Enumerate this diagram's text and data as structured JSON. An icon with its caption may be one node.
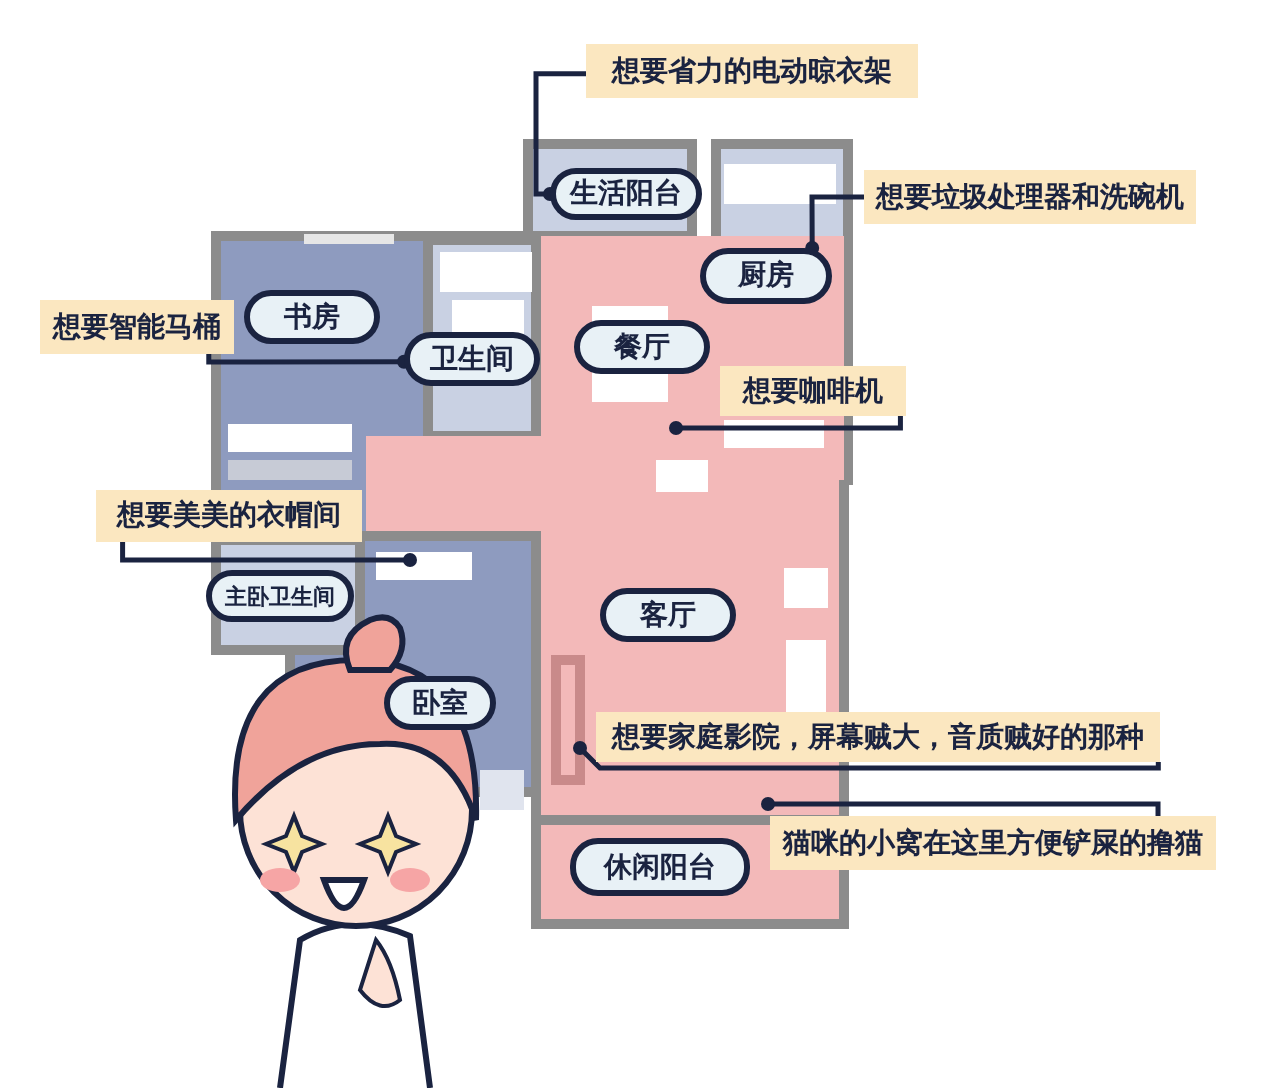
{
  "diagram": {
    "nodes": [
      {
        "text": [
          "想要省力的电动晾衣架"
        ]
      },
      {
        "text": [
          "想要垃圾处理器和洗碗机"
        ]
      },
      {
        "text": [
          "想要智能马桶"
        ]
      },
      {
        "text": [
          "想要咖啡机"
        ]
      },
      {
        "text": [
          "想要美美的衣帽间"
        ]
      },
      {
        "text": [
          "想要家庭影院，屏幕贼大，音质贼好的那种"
        ]
      },
      {
        "text": [
          "猫咪的小窝在这里方便铲屎的撸猫"
        ]
      },
      {
        "text": [
          "生活阳台"
        ]
      },
      {
        "text": [
          "厨房"
        ]
      },
      {
        "text": [
          "书房"
        ]
      },
      {
        "text": [
          "卫生间"
        ]
      },
      {
        "text": [
          "餐厅"
        ]
      },
      {
        "text": [
          "主卧卫生间"
        ]
      },
      {
        "text": [
          "客厅"
        ]
      },
      {
        "text": [
          "卧室"
        ]
      },
      {
        "text": [
          "休闲阳台"
        ]
      }
    ],
    "edges": [
      {
        "from": 0,
        "to": 7,
        "arrow": "other"
      },
      {
        "from": 1,
        "to": 8,
        "arrow": "other"
      },
      {
        "from": 2,
        "to": 10,
        "arrow": "other"
      },
      {
        "from": 3,
        "to": null,
        "arrow": "other"
      },
      {
        "from": 4,
        "to": null,
        "arrow": "other"
      },
      {
        "from": 5,
        "to": null,
        "arrow": "other"
      },
      {
        "from": 6,
        "to": null,
        "arrow": "other"
      }
    ]
  }
}
